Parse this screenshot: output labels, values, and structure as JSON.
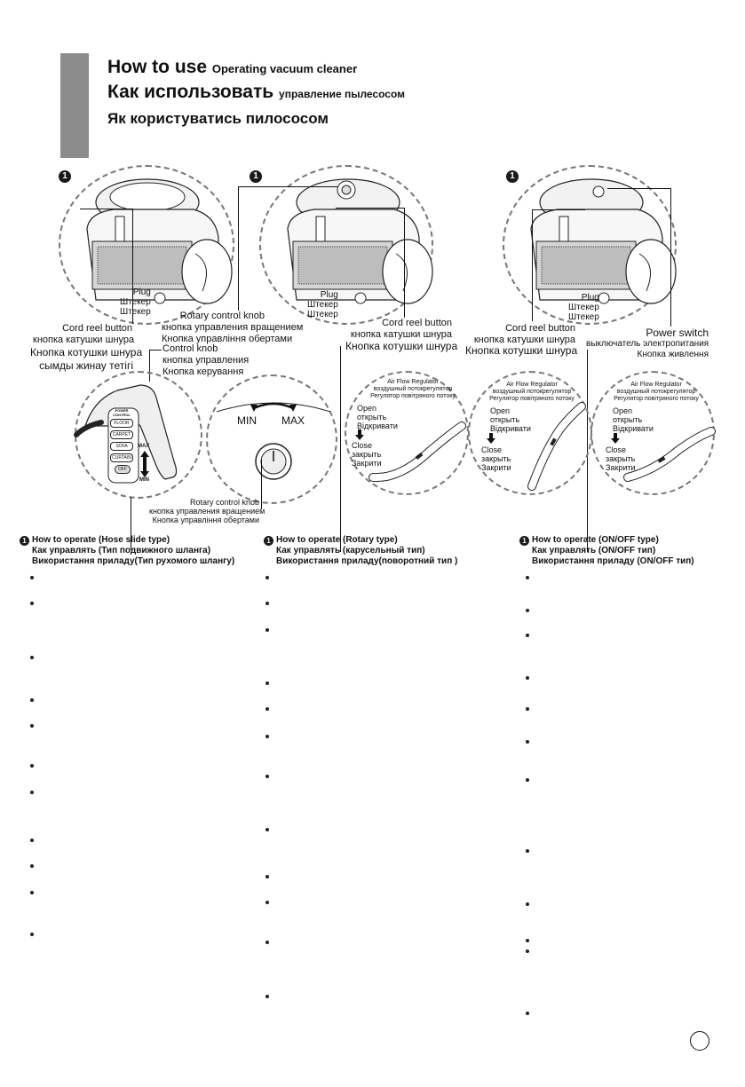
{
  "header": {
    "title_en_bold": "How to use",
    "title_en_sub": "Operating vacuum cleaner",
    "title_ru_bold": "Как использовать",
    "title_ru_sub": "управление пылесосом",
    "title_uk": "Як користуватись пилососом"
  },
  "step_marker": "1",
  "panel1": {
    "plug": [
      "Plug",
      "Штекер",
      "Штекер"
    ],
    "cord_reel": [
      "Cord reel button",
      "кнопка катушки шнура",
      "Кнопка котушки шнура",
      "сымды жинау тетігі"
    ],
    "control_knob": [
      "Control knob",
      "кнопка управления",
      "Кнопка керування"
    ],
    "handle_buttons": [
      "POWER CONTROL",
      "FLOOR",
      "CARPET",
      "SOFA",
      "CURTAIN",
      "OFF"
    ],
    "max": "MAX",
    "min": "MIN"
  },
  "panel2": {
    "plug": [
      "Plug",
      "Штекер",
      "Штекер"
    ],
    "rotary_knob": [
      "Rotary control knob",
      "кнопка управления вращением",
      "Кнопка управління обертами"
    ],
    "cord_reel": [
      "Cord reel button",
      "кнопка катушки шнура",
      "Кнопка котушки шнура"
    ],
    "min": "MIN",
    "max": "MAX",
    "rotary_knob_bottom": [
      "Rotary control knob",
      "кнопка управления вращением",
      "Кнопка управління обертами"
    ]
  },
  "panel3": {
    "plug": [
      "Plug",
      "Штекер",
      "Штекер"
    ],
    "cord_reel": [
      "Cord reel button",
      "кнопка катушки шнура",
      "Кнопка котушки шнура"
    ],
    "power_switch": [
      "Power switch",
      "выключатель электропитания",
      "Кнопка живлення"
    ]
  },
  "airflow": {
    "reg": [
      "Air Flow Regulator",
      "воздушный потокрегулятор",
      "Регулятор повітряного потоку"
    ],
    "open": [
      "Open",
      "открыть",
      "Відкривати"
    ],
    "close": [
      "Close",
      "закрыть",
      "Закрити"
    ]
  },
  "sections": [
    {
      "lines": [
        "How to operate (Hose slide type)",
        "Как управлять (Тип подвижного шланга)",
        "Використання приладу(Тип рухомого шлангу)"
      ]
    },
    {
      "lines": [
        "How to operate (Rotary type)",
        "Как управлять (карусельный тип)",
        "Використання приладу(поворотний тип )"
      ]
    },
    {
      "lines": [
        "How to operate (ON/OFF type)",
        "Как управлять (ON/OFF тип)",
        "Використання приладу (ON/OFF тип)"
      ]
    }
  ],
  "colors": {
    "gray_tab": "#8c8c8c",
    "dashed_border": "#777777",
    "text": "#111111"
  }
}
